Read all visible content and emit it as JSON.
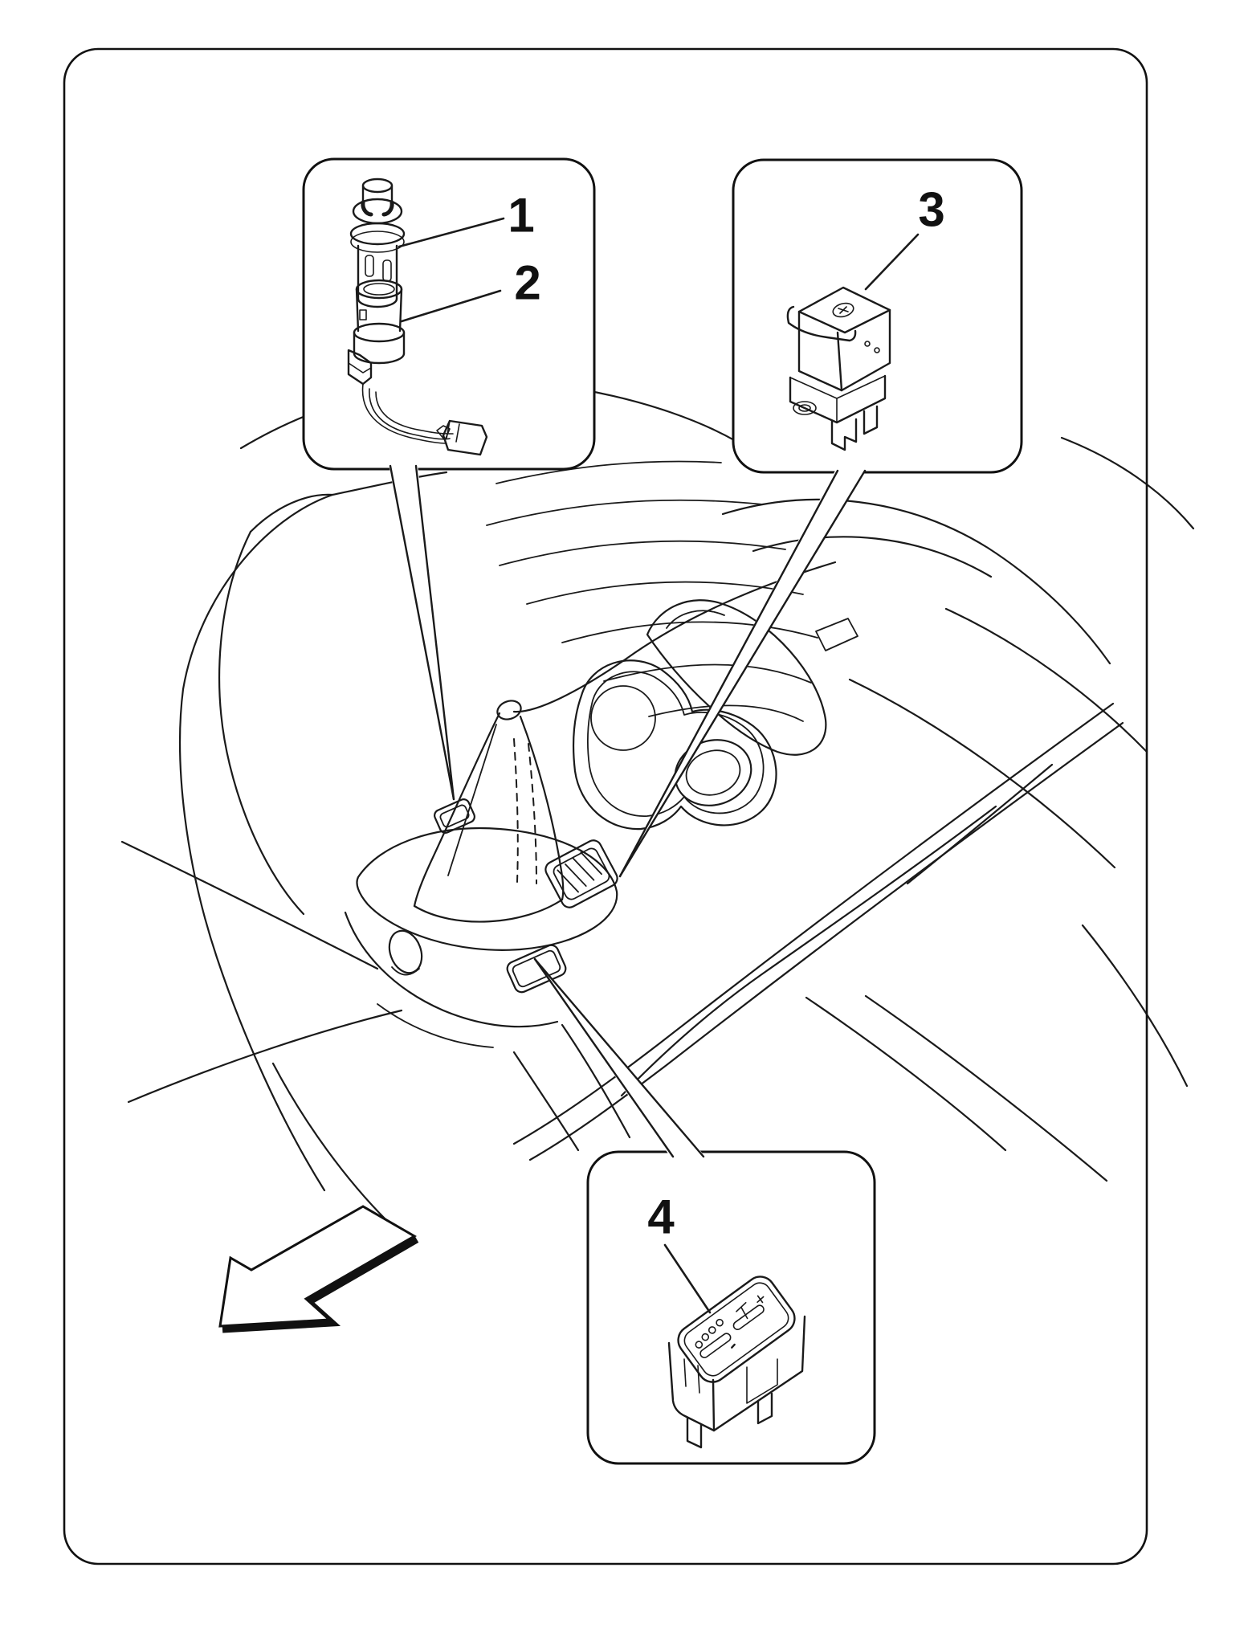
{
  "figure": {
    "title": "Center console components exploded-view diagram",
    "background_color": "#ffffff",
    "line_color": "#1a1a1a"
  },
  "callouts": [
    {
      "label": "1",
      "part_name": "cigarette-lighter-plug"
    },
    {
      "label": "2",
      "part_name": "cigarette-lighter-socket-with-wiring-connector"
    },
    {
      "label": "3",
      "part_name": "push-button-switch"
    },
    {
      "label": "4",
      "part_name": "gear-selector-mode-switch"
    }
  ],
  "scene": {
    "description": "car center console between front seats with gear lever boot, cup holders and armrest",
    "direction_arrow": "front-of-vehicle"
  }
}
